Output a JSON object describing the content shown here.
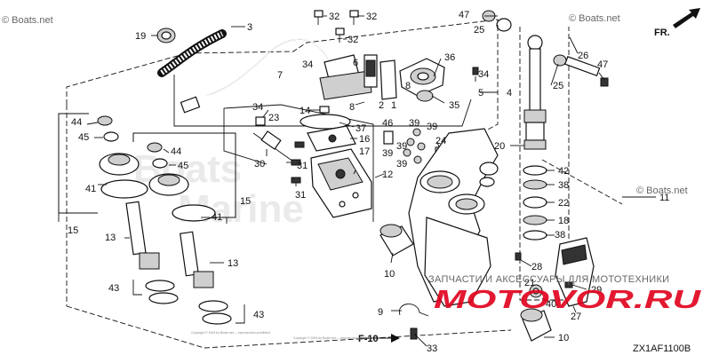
{
  "watermarks": {
    "copyright_top": "© Boats.net",
    "copyright_right": "© Boats.net",
    "copyright_left": "© Boats.net",
    "ghost_text_1": "Boats",
    "ghost_text_2": "Marine",
    "footer_fineprint": "Copyright © 2004 by Boats.net — reproduction prohibited",
    "brand_caption": "ЗАПЧАСТИ И АКСЕССУАРЫ ДЛЯ МОТОТЕХНИКИ",
    "brand_logo": "MOTOVOR.RU"
  },
  "direction_arrow": "FR.",
  "section_ref": "F-10",
  "diagram_code": "ZX1AF1100B",
  "callouts": {
    "c1": "1",
    "c2": "2",
    "c3": "3",
    "c4": "4",
    "c5": "5",
    "c6": "6",
    "c7": "7",
    "c8": "8",
    "c9": "9",
    "c10a": "10",
    "c10b": "10",
    "c11": "11",
    "c12": "12",
    "c13a": "13",
    "c13b": "13",
    "c14": "14",
    "c15a": "15",
    "c15b": "15",
    "c16": "16",
    "c17": "17",
    "c18": "18",
    "c19": "19",
    "c20": "20",
    "c21": "21",
    "c22": "22",
    "c23": "23",
    "c24": "24",
    "c25a": "25",
    "c25b": "25",
    "c26": "26",
    "c27": "27",
    "c28": "28",
    "c29": "29",
    "c30": "30",
    "c31a": "31",
    "c31b": "31",
    "c32a": "32",
    "c32b": "32",
    "c32c": "32",
    "c33": "33",
    "c34": "34",
    "c35": "35",
    "c36": "36",
    "c37": "37",
    "c38a": "38",
    "c38b": "38",
    "c39a": "39",
    "c39b": "39",
    "c39c": "39",
    "c39d": "39",
    "c39e": "39",
    "c40": "40",
    "c41a": "41",
    "c41b": "41",
    "c42": "42",
    "c43a": "43",
    "c43b": "43",
    "c44a": "44",
    "c44b": "44",
    "c45a": "45",
    "c45b": "45",
    "c46": "46",
    "c47a": "47",
    "c47b": "47"
  }
}
